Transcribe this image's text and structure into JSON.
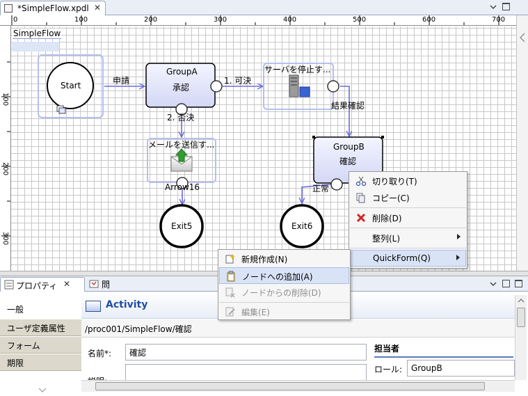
{
  "editor": {
    "tab_title": "*SimpleFlow.xpdl",
    "close_glyph": "✕"
  },
  "ruler": {
    "top_ticks": [
      "0",
      "100",
      "200",
      "300",
      "400",
      "500",
      "600",
      "700"
    ],
    "left_ticks": [
      "100",
      "200",
      "300"
    ]
  },
  "pool": {
    "label": "SimpleFlow"
  },
  "nodes": {
    "start": "Start",
    "group_a_line1": "GroupA",
    "group_a_line2": "承認",
    "server_stop": "サーバを停止す...",
    "mail_send": "メールを送信す...",
    "group_b_line1": "GroupB",
    "group_b_line2": "確認",
    "exit5": "Exit5",
    "exit6": "Exit6"
  },
  "edges": {
    "apply": "申請",
    "approve": "1.  可決",
    "reject": "2.  否決",
    "result_confirm": "結果確認",
    "arrow16": "Arrow16",
    "normal": "正常"
  },
  "context_menu": {
    "items": [
      {
        "label": "切り取り(T)",
        "icon": "scissors-icon"
      },
      {
        "label": "コピー(C)",
        "icon": "copy-icon"
      },
      {
        "label": "削除(D)",
        "icon": "delete-icon"
      },
      {
        "label": "整列(L)"
      },
      {
        "label": "QuickForm(Q)"
      }
    ]
  },
  "submenu": {
    "items": [
      {
        "label": "新規作成(N)",
        "icon": "new-form-icon",
        "disabled": false
      },
      {
        "label": "ノードへの追加(A)",
        "icon": "clipboard-add-icon",
        "disabled": false
      },
      {
        "label": "ノードからの削除(D)",
        "icon": "remove-icon",
        "disabled": true
      },
      {
        "label": "編集(E)",
        "icon": "edit-icon",
        "disabled": true
      }
    ]
  },
  "panel": {
    "tab_properties": "プロパティ",
    "tab_issues": "問題",
    "side_tabs": [
      "一般",
      "ユーザ定義属性",
      "フォーム",
      "期限"
    ],
    "header_title": "Activity",
    "path": "/proc001/SimpleFlow/確認",
    "name_label": "名前*:",
    "name_value": "確認",
    "desc_label": "説明:",
    "assignee_header": "担当者",
    "role_label": "ロール:",
    "role_value": "GroupB"
  },
  "colors": {
    "accent": "#1f4fa3",
    "node_fill": "#e3e6fb",
    "edge": "#6b6bdb",
    "selection": "#b7bff0"
  }
}
